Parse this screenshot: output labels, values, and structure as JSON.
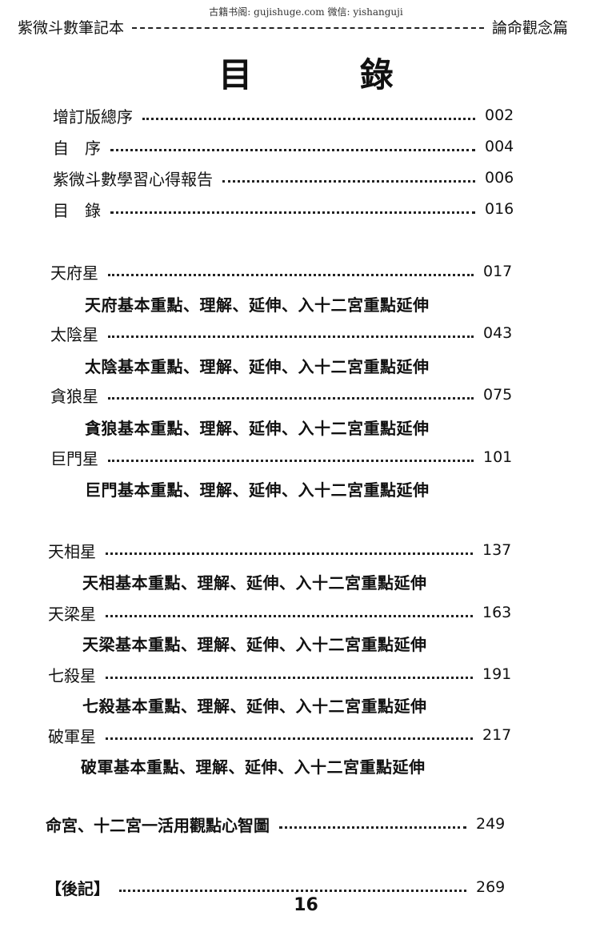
{
  "watermark": "古籍书阁: gujishuge.com 微信: yishanguji",
  "header": {
    "left": "紫微斗數筆記本",
    "right": "論命觀念篇"
  },
  "title": "目 錄",
  "toc": {
    "front": [
      {
        "label": "增訂版總序",
        "page": "002"
      },
      {
        "label": "自　序",
        "page": "004"
      },
      {
        "label": "紫微斗數學習心得報告",
        "page": "006"
      },
      {
        "label": "目　錄",
        "page": "016"
      }
    ],
    "stars_a": [
      {
        "label": "天府星",
        "page": "017",
        "sub": "天府基本重點、理解、延伸、入十二宮重點延伸"
      },
      {
        "label": "太陰星",
        "page": "043",
        "sub": "太陰基本重點、理解、延伸、入十二宮重點延伸"
      },
      {
        "label": "貪狼星",
        "page": "075",
        "sub": "貪狼基本重點、理解、延伸、入十二宮重點延伸"
      },
      {
        "label": "巨門星",
        "page": "101",
        "sub": "巨門基本重點、理解、延伸、入十二宮重點延伸"
      }
    ],
    "stars_b": [
      {
        "label": "天相星",
        "page": "137",
        "sub": "天相基本重點、理解、延伸、入十二宮重點延伸"
      },
      {
        "label": "天梁星",
        "page": "163",
        "sub": "天梁基本重點、理解、延伸、入十二宮重點延伸"
      },
      {
        "label": "七殺星",
        "page": "191",
        "sub": "七殺基本重點、理解、延伸、入十二宮重點延伸"
      },
      {
        "label": "破軍星",
        "page": "217",
        "sub": "破軍基本重點、理解、延伸、入十二宮重點延伸"
      }
    ],
    "chart_entry": {
      "label": "命宮、十二宮一活用觀點心智圖",
      "page": "249"
    },
    "afterword": {
      "label": "【後記】",
      "page": "269"
    }
  },
  "folio": "16"
}
